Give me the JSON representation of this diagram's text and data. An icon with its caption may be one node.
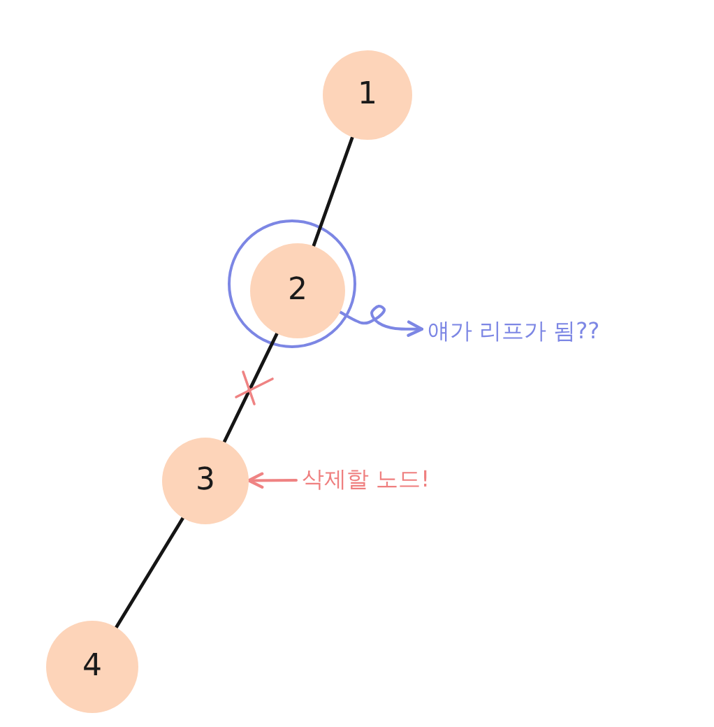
{
  "diagram": {
    "nodes": [
      {
        "text": [
          "1"
        ]
      },
      {
        "text": [
          "2"
        ]
      },
      {
        "text": [
          "얘가 리프가 됨??"
        ]
      },
      {
        "text": [
          "3"
        ]
      },
      {
        "text": [
          "삭제할 노드!"
        ]
      },
      {
        "text": [
          "4"
        ]
      }
    ],
    "edges": [
      {
        "from": 0,
        "to": 1,
        "arrow": "none"
      },
      {
        "from": 1,
        "to": 3,
        "arrow": "none"
      },
      {
        "from": 3,
        "to": 5,
        "arrow": "none"
      },
      {
        "from": 1,
        "to": 2,
        "arrow": "to",
        "color": "#7c86e4"
      },
      {
        "from": 4,
        "to": 3,
        "arrow": "to",
        "color": "#ef8383"
      }
    ]
  }
}
